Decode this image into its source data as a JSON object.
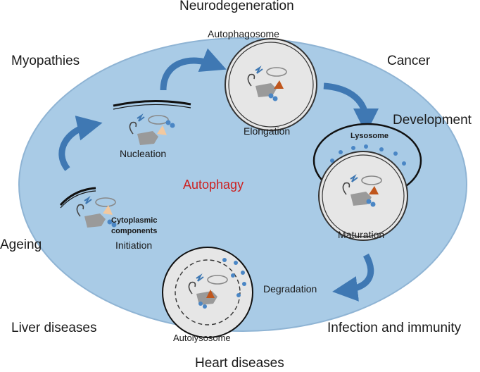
{
  "center_label": "Autophagy",
  "diseases": {
    "top": "Neurodegeneration",
    "top_left": "Myopathies",
    "top_right": "Cancer",
    "right": "Development",
    "left": "Ageing",
    "bottom_left": "Liver diseases",
    "bottom_right": "Infection and immunity",
    "bottom": "Heart diseases"
  },
  "stages": {
    "initiation": "Initiation",
    "nucleation": "Nucleation",
    "elongation": "Elongation",
    "maturation": "Maturation",
    "degradation": "Degradation"
  },
  "structures": {
    "autophagosome": "Autophagosome",
    "lysosome": "Lysosome",
    "autolysosome": "Autolysosome",
    "cytoplasmic_line1": "Cytoplasmic",
    "cytoplasmic_line2": "components"
  },
  "colors": {
    "ellipse_fill": "#a9cbe6",
    "ellipse_stroke": "#8fb4d4",
    "arrow": "#3f78b3",
    "center_text": "#cc2222",
    "vesicle": "#4a86c5",
    "cargo_triangle": "#c0561c",
    "pale_triangle": "#f2c9a0"
  }
}
